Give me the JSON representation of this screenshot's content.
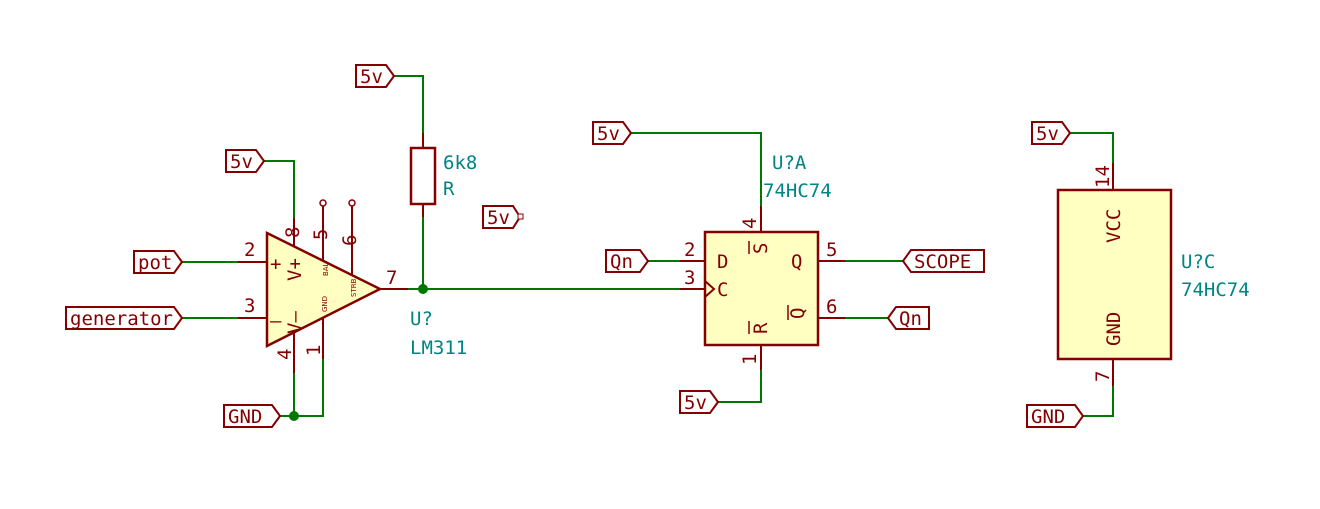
{
  "labels": {
    "v5_top": "5v",
    "v5_opamp": "5v",
    "pot": "pot",
    "generator": "generator",
    "gnd_left": "GND",
    "v5_float": "5v",
    "v5_ff_top": "5v",
    "qn_in": "Qn",
    "v5_ff_bottom": "5v",
    "scope": "SCOPE",
    "qn_out": "Qn",
    "v5_uc": "5v",
    "gnd_uc": "GND"
  },
  "resistor": {
    "value": "6k8",
    "ref": "R"
  },
  "opamp": {
    "ref": "U?",
    "value": "LM311",
    "pins": {
      "in_plus": "2",
      "in_minus": "3",
      "vplus": "8",
      "bal": "5",
      "strb": "6",
      "vminus": "4",
      "gnd": "1",
      "out": "7"
    },
    "inner": {
      "plus": "+",
      "minus": "–",
      "vplus": "V+",
      "vminus": "V–",
      "bal": "BAL",
      "strb": "STRB",
      "gnd": "GND"
    }
  },
  "flipflop": {
    "ref": "U?A",
    "value": "74HC74",
    "pins": {
      "s": "4",
      "d": "2",
      "c": "3",
      "r": "1",
      "q": "5",
      "qbar": "6"
    },
    "inner": {
      "d": "D",
      "c": "C",
      "s": "S",
      "r": "R",
      "q": "Q",
      "qbar": "Q"
    }
  },
  "power_unit": {
    "ref": "U?C",
    "value": "74HC74",
    "pins": {
      "vcc": "14",
      "gnd": "7"
    },
    "inner": {
      "vcc": "VCC",
      "gnd": "GND"
    }
  }
}
